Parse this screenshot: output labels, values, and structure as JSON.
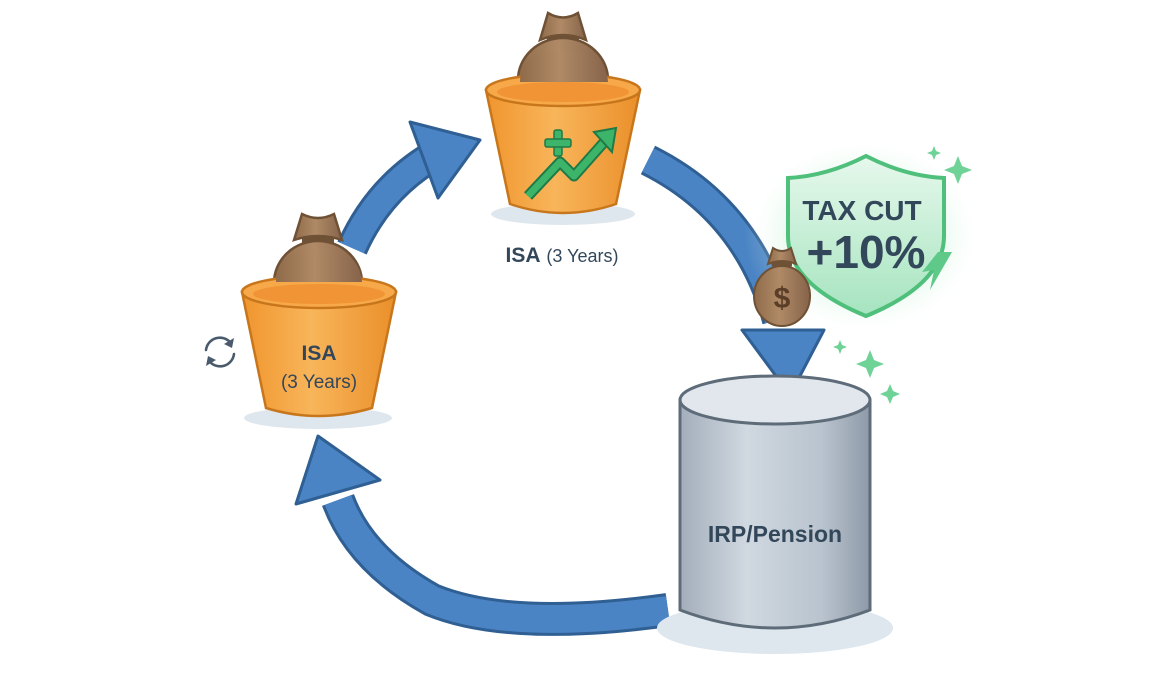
{
  "isa_left": {
    "title": "ISA",
    "subtitle": "(3 Years)"
  },
  "isa_top": {
    "title": "ISA",
    "subtitle": "(3 Years)"
  },
  "pension": {
    "label": "IRP/Pension"
  },
  "tax_badge": {
    "line1": "TAX CUT",
    "line2": "+10%"
  },
  "money_bag": {
    "symbol": "$"
  },
  "icons": {
    "cycle": "refresh-icon",
    "growth": "growth-arrow-icon",
    "plus": "plus-icon",
    "shield": "shield-icon",
    "sparkles": "sparkle-icon"
  },
  "colors": {
    "arrow": "#4a84c4",
    "arrow_dark": "#2f5f93",
    "bucket": "#f5a540",
    "bucket_dark": "#e08d26",
    "bag": "#a27c5a",
    "bag_dark": "#6f5136",
    "cylinder": "#b4bec9",
    "shield": "#5fc98a",
    "text": "#33475b"
  }
}
